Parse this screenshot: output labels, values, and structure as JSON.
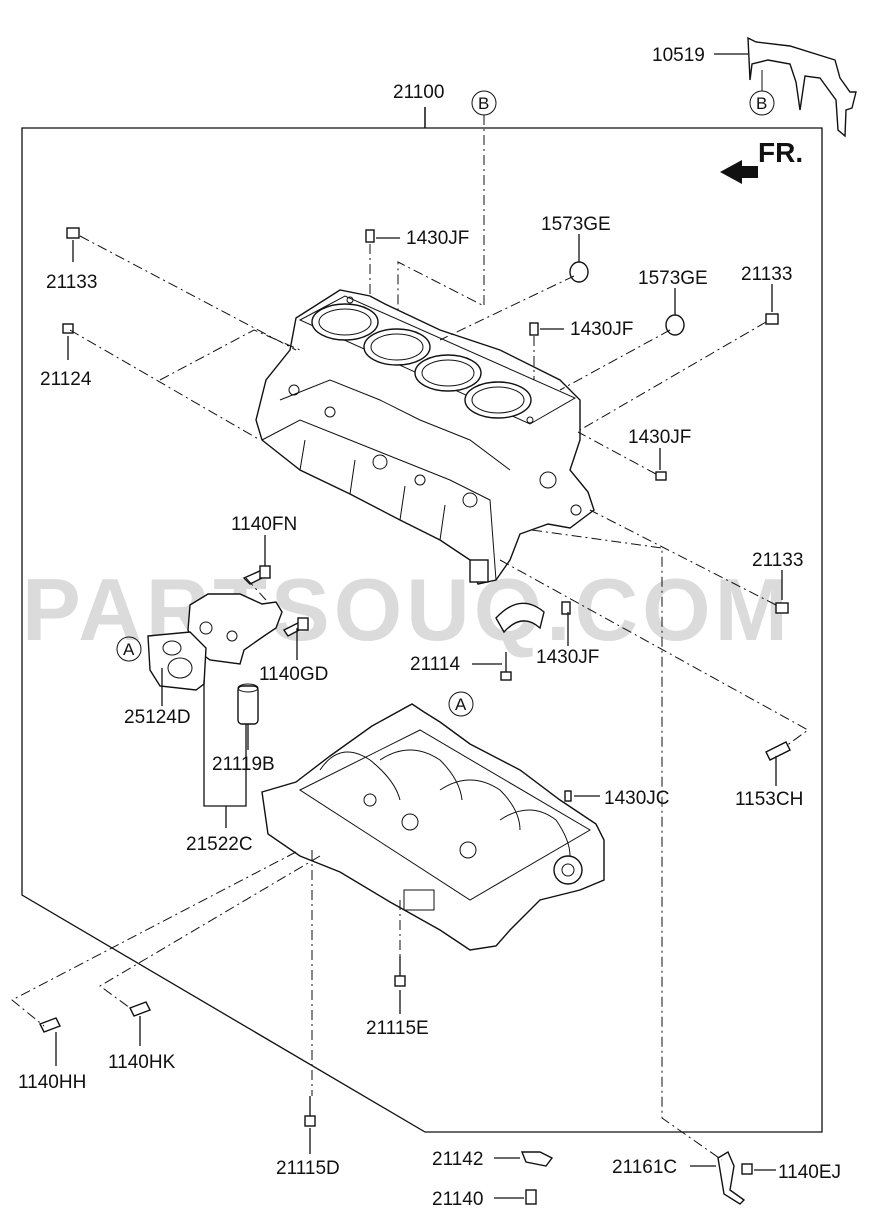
{
  "watermark": "PARTSOUQ.COM",
  "direction_label": "FR.",
  "callouts": {
    "a1": "A",
    "a2": "A",
    "b1": "B",
    "b2": "B"
  },
  "parts": {
    "p10519": "10519",
    "p21100": "21100",
    "p1430jf_top": "1430JF",
    "p1573ge_1": "1573GE",
    "p1573ge_2": "1573GE",
    "p21133_left": "21133",
    "p21133_right": "21133",
    "p21133_lower": "21133",
    "p21124": "21124",
    "p1430jf_mid": "1430JF",
    "p1430jf_right": "1430JF",
    "p1430jf_bracket": "1430JF",
    "p1140fn": "1140FN",
    "p1140gd": "1140GD",
    "p25124d": "25124D",
    "p21114": "21114",
    "p21119b": "21119B",
    "p21522c": "21522C",
    "p1430jc": "1430JC",
    "p1153ch": "1153CH",
    "p21115e": "21115E",
    "p1140hh": "1140HH",
    "p1140hk": "1140HK",
    "p21115d": "21115D",
    "p21142": "21142",
    "p21140": "21140",
    "p21161c": "21161C",
    "p1140ej": "1140EJ"
  }
}
